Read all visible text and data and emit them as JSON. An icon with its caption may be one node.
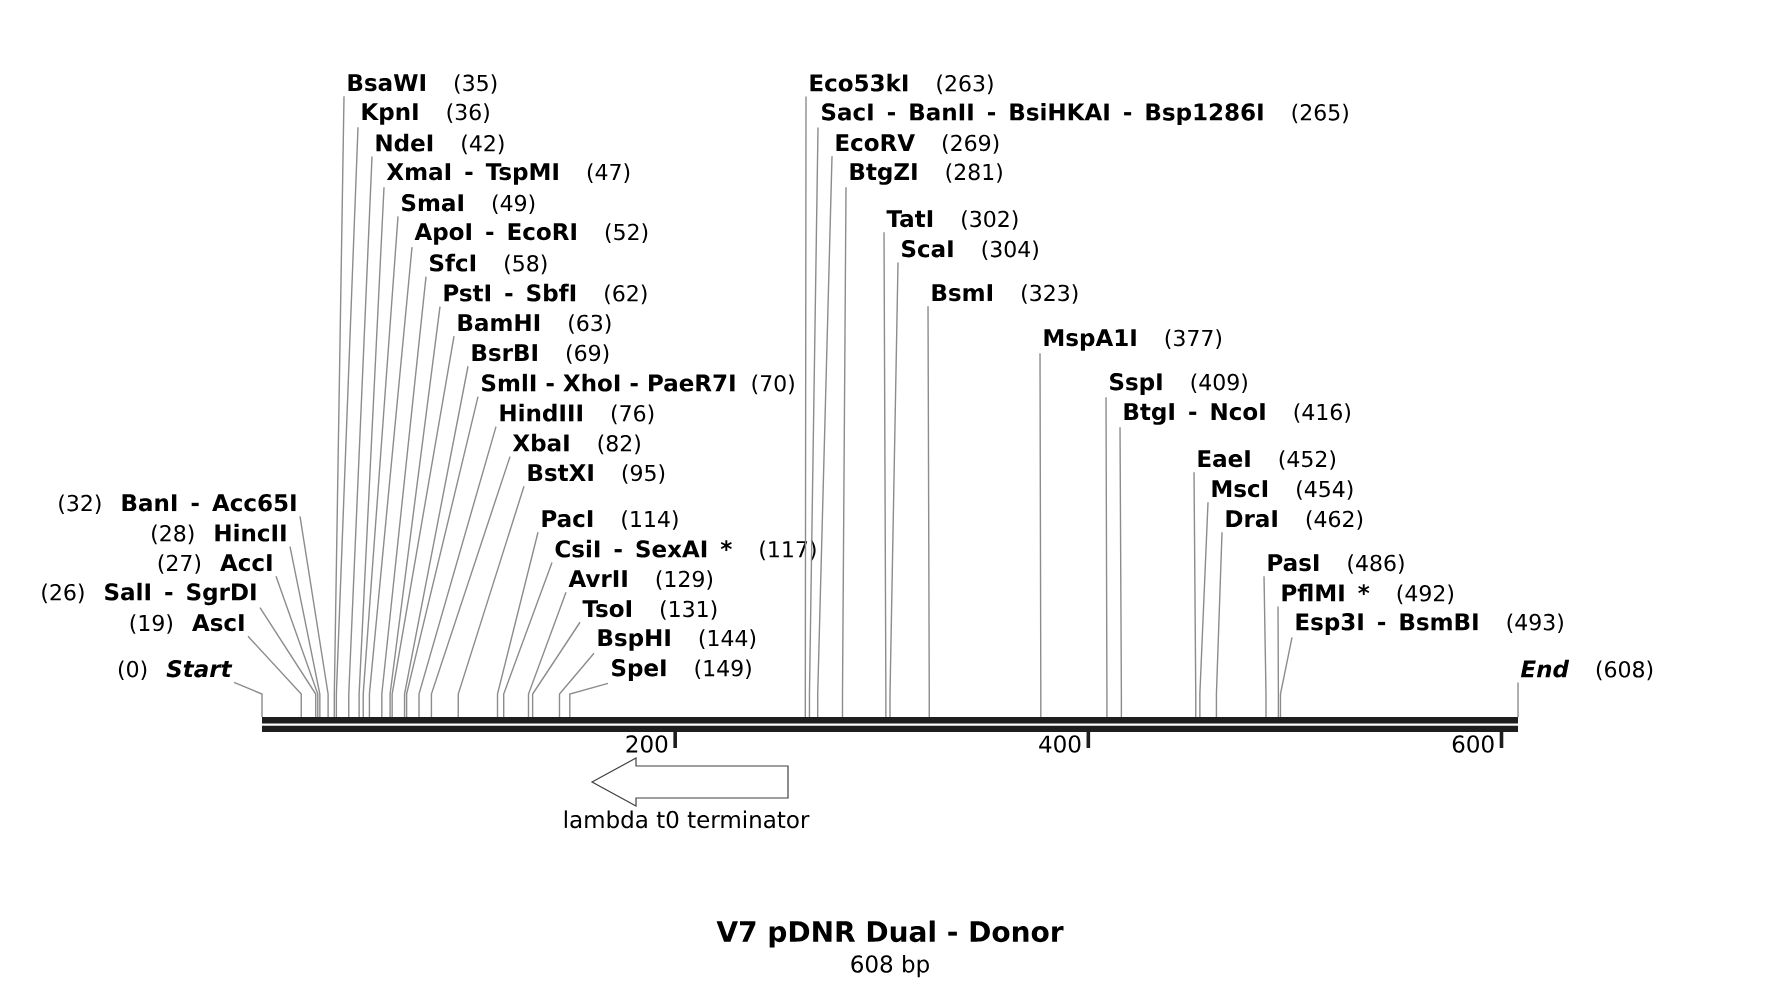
{
  "diagram": {
    "title": "V7 pDNR Dual - Donor",
    "nodes": [
      {
        "text": [
          "(0)",
          "Start"
        ]
      },
      {
        "text": [
          "(19)",
          "AscI"
        ]
      },
      {
        "text": [
          "(26)",
          "SalI - SgrDI"
        ]
      },
      {
        "text": [
          "(27)",
          "AccI"
        ]
      },
      {
        "text": [
          "(28)",
          "HincII"
        ]
      },
      {
        "text": [
          "(32)",
          "BanI - Acc65I"
        ]
      },
      {
        "text": [
          "BsaWI",
          "(35)"
        ]
      },
      {
        "text": [
          "KpnI",
          "(36)"
        ]
      },
      {
        "text": [
          "NdeI",
          "(42)"
        ]
      },
      {
        "text": [
          "XmaI - TspMI",
          "(47)"
        ]
      },
      {
        "text": [
          "SmaI",
          "(49)"
        ]
      },
      {
        "text": [
          "ApoI - EcoRI",
          "(52)"
        ]
      },
      {
        "text": [
          "SfcI",
          "(58)"
        ]
      },
      {
        "text": [
          "PstI - SbfI",
          "(62)"
        ]
      },
      {
        "text": [
          "BamHI",
          "(63)"
        ]
      },
      {
        "text": [
          "BsrBI",
          "(69)"
        ]
      },
      {
        "text": [
          "SmlI - XhoI - PaeR7I",
          "(70)"
        ]
      },
      {
        "text": [
          "HindIII",
          "(76)"
        ]
      },
      {
        "text": [
          "XbaI",
          "(82)"
        ]
      },
      {
        "text": [
          "BstXI",
          "(95)"
        ]
      },
      {
        "text": [
          "PacI",
          "(114)"
        ]
      },
      {
        "text": [
          "CsiI - SexAI *",
          "(117)"
        ]
      },
      {
        "text": [
          "AvrII",
          "(129)"
        ]
      },
      {
        "text": [
          "TsoI",
          "(131)"
        ]
      },
      {
        "text": [
          "BspHI",
          "(144)"
        ]
      },
      {
        "text": [
          "SpeI",
          "(149)"
        ]
      },
      {
        "text": [
          "Eco53kI",
          "(263)"
        ]
      },
      {
        "text": [
          "SacI - BanII - BsiHKAI - Bsp1286I",
          "(265)"
        ]
      },
      {
        "text": [
          "EcoRV",
          "(269)"
        ]
      },
      {
        "text": [
          "BtgZI",
          "(281)"
        ]
      },
      {
        "text": [
          "TatI",
          "(302)"
        ]
      },
      {
        "text": [
          "ScaI",
          "(304)"
        ]
      },
      {
        "text": [
          "BsmI",
          "(323)"
        ]
      },
      {
        "text": [
          "MspA1I",
          "(377)"
        ]
      },
      {
        "text": [
          "SspI",
          "(409)"
        ]
      },
      {
        "text": [
          "BtgI - NcoI",
          "(416)"
        ]
      },
      {
        "text": [
          "EaeI",
          "(452)"
        ]
      },
      {
        "text": [
          "MscI",
          "(454)"
        ]
      },
      {
        "text": [
          "DraI",
          "(462)"
        ]
      },
      {
        "text": [
          "PasI",
          "(486)"
        ]
      },
      {
        "text": [
          "PflMI *",
          "(492)"
        ]
      },
      {
        "text": [
          "Esp3I - BsmBI",
          "(493)"
        ]
      },
      {
        "text": [
          "End",
          "(608)"
        ]
      },
      {
        "text": [],
        "shape": "bar"
      },
      {
        "text": [
          "lambda t0 terminator"
        ]
      }
    ],
    "edges": [
      {
        "from": 0,
        "to": 43,
        "arrow": "none"
      },
      {
        "from": 1,
        "to": 43,
        "arrow": "none"
      },
      {
        "from": 2,
        "to": 43,
        "arrow": "none"
      },
      {
        "from": 3,
        "to": 43,
        "arrow": "none"
      },
      {
        "from": 4,
        "to": 43,
        "arrow": "none"
      },
      {
        "from": 5,
        "to": 43,
        "arrow": "none"
      },
      {
        "from": 6,
        "to": 43,
        "arrow": "none"
      },
      {
        "from": 7,
        "to": 43,
        "arrow": "none"
      },
      {
        "from": 8,
        "to": 43,
        "arrow": "none"
      },
      {
        "from": 9,
        "to": 43,
        "arrow": "none"
      },
      {
        "from": 10,
        "to": 43,
        "arrow": "none"
      },
      {
        "from": 11,
        "to": 43,
        "arrow": "none"
      },
      {
        "from": 12,
        "to": 43,
        "arrow": "none"
      },
      {
        "from": 13,
        "to": 43,
        "arrow": "none"
      },
      {
        "from": 14,
        "to": 43,
        "arrow": "none"
      },
      {
        "from": 15,
        "to": 43,
        "arrow": "none"
      },
      {
        "from": 16,
        "to": 43,
        "arrow": "none"
      },
      {
        "from": 17,
        "to": 43,
        "arrow": "none"
      },
      {
        "from": 18,
        "to": 43,
        "arrow": "none"
      },
      {
        "from": 19,
        "to": 43,
        "arrow": "none"
      },
      {
        "from": 20,
        "to": 43,
        "arrow": "none"
      },
      {
        "from": 21,
        "to": 43,
        "arrow": "none"
      },
      {
        "from": 22,
        "to": 43,
        "arrow": "none"
      },
      {
        "from": 23,
        "to": 43,
        "arrow": "none"
      },
      {
        "from": 24,
        "to": 43,
        "arrow": "none"
      },
      {
        "from": 25,
        "to": 43,
        "arrow": "none"
      },
      {
        "from": 26,
        "to": 43,
        "arrow": "none"
      },
      {
        "from": 27,
        "to": 43,
        "arrow": "none"
      },
      {
        "from": 28,
        "to": 43,
        "arrow": "none"
      },
      {
        "from": 29,
        "to": 43,
        "arrow": "none"
      },
      {
        "from": 30,
        "to": 43,
        "arrow": "none"
      },
      {
        "from": 31,
        "to": 43,
        "arrow": "none"
      },
      {
        "from": 32,
        "to": 43,
        "arrow": "none"
      },
      {
        "from": 33,
        "to": 43,
        "arrow": "none"
      },
      {
        "from": 34,
        "to": 43,
        "arrow": "none"
      },
      {
        "from": 35,
        "to": 43,
        "arrow": "none"
      },
      {
        "from": 36,
        "to": 43,
        "arrow": "none"
      },
      {
        "from": 37,
        "to": 43,
        "arrow": "none"
      },
      {
        "from": 38,
        "to": 43,
        "arrow": "none"
      },
      {
        "from": 39,
        "to": 43,
        "arrow": "none"
      },
      {
        "from": 40,
        "to": 43,
        "arrow": "none"
      },
      {
        "from": 41,
        "to": 43,
        "arrow": "none"
      },
      {
        "from": 42,
        "to": 43,
        "arrow": "none"
      }
    ],
    "labels": [
      "200",
      "400",
      "600",
      "608 bp"
    ]
  }
}
